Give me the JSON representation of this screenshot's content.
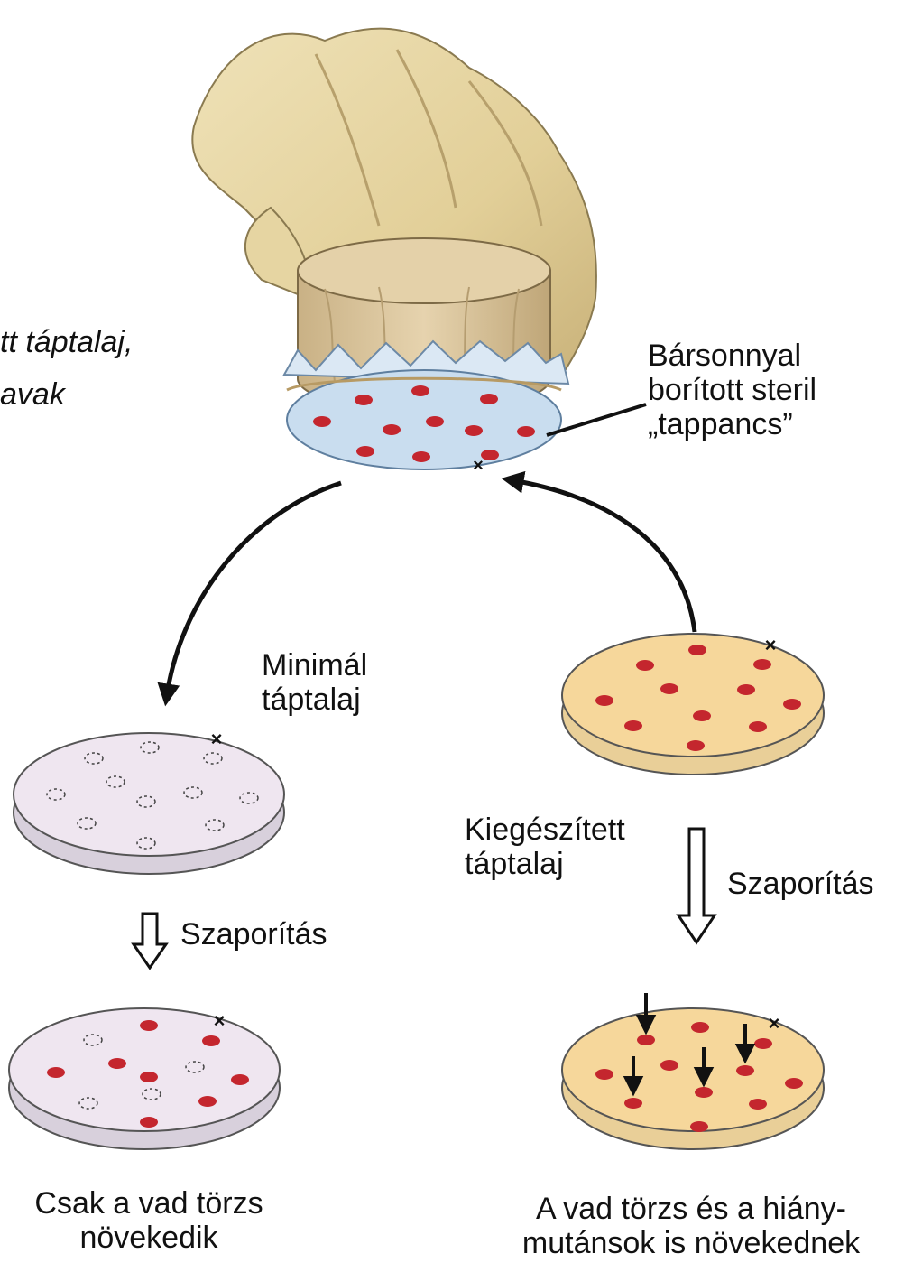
{
  "colors": {
    "colony": "#c4262e",
    "minimal_agar": "#efe6f0",
    "supplemented_agar": "#f6d79b",
    "velvet": "#c9ddef",
    "wood": "#dcc7a0",
    "glove": "#e8d8a8",
    "ink": "#111111"
  },
  "labels": {
    "clipped_line1": "tt táptalaj,",
    "clipped_line2": "avak",
    "velvet_pad": "Bársonnyal\nborított steril\n„tappancs”",
    "minimal_medium": "Minimál\ntáptalaj",
    "supplemented_medium": "Kiegészített\ntáptalaj",
    "growth_left": "Szaporítás",
    "growth_right": "Szaporítás",
    "result_left": "Csak a vad törzs\nnövekedik",
    "result_right": "A vad törzs és a hiány-\nmutánsok is növekednek"
  },
  "icons": {
    "hand": "gloved-hand-icon",
    "pad": "velvet-stamp-icon",
    "marker": "orientation-x-mark",
    "flow": "hollow-down-arrow-icon",
    "pointer": "black-down-arrow-icon"
  }
}
